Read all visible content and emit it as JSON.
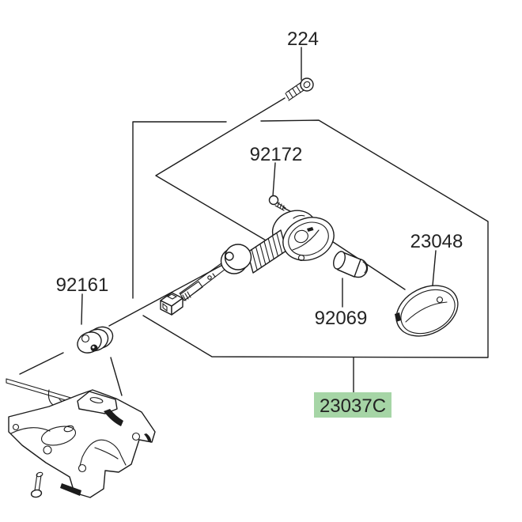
{
  "diagram": {
    "highlight_bg": "#a6d5a6",
    "line_color": "#1c1c1c",
    "parts": {
      "bolt": {
        "label": "224"
      },
      "screw": {
        "label": "92172"
      },
      "damper": {
        "label": "92161"
      },
      "bulb": {
        "label": "92069"
      },
      "lens": {
        "label": "23048"
      },
      "assembly": {
        "label": "23037C",
        "highlighted": true
      }
    }
  }
}
